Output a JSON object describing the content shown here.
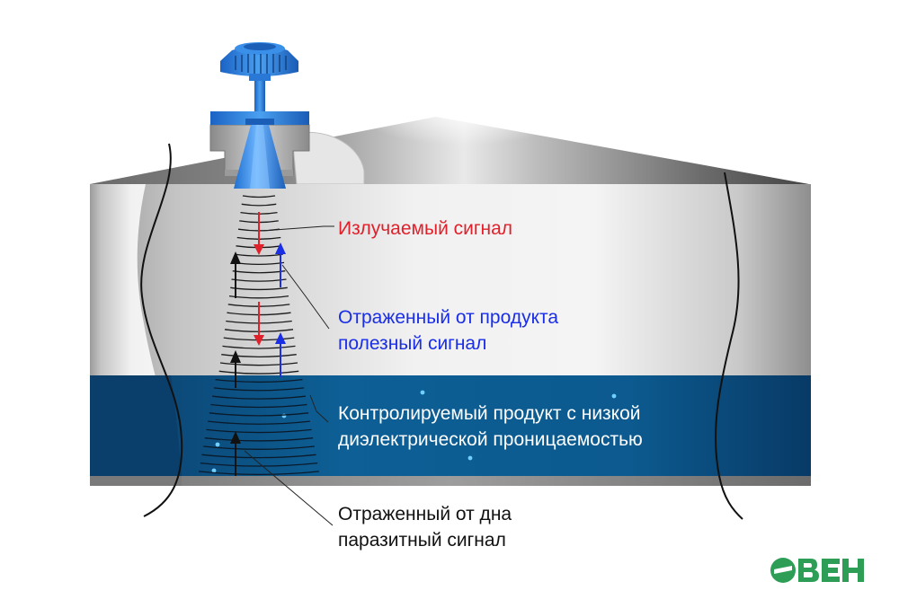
{
  "labels": {
    "emitted_signal": "Излучаемый сигнал",
    "reflected_product_line1": "Отраженный от продукта",
    "reflected_product_line2": "полезный сигнал",
    "medium_line1": "Контролируемый продукт с низкой",
    "medium_line2": "диэлектрической проницаемостью",
    "parasitic_line1": "Отраженный от дна",
    "parasitic_line2": "паразитный сигнал"
  },
  "logo": {
    "text": "ОВЕН",
    "color": "#2e9e57"
  },
  "colors": {
    "emitted": "#e0202a",
    "reflected_useful": "#1a2ee6",
    "parasitic": "#111111",
    "liquid": "#0a5a8e",
    "sensor": "#2f86dd",
    "tank_wall": "#cfcfcf"
  },
  "icons": {
    "sensor": "radar-level-sensor-icon",
    "tank": "storage-tank-icon",
    "logo": "oven-logo-icon"
  }
}
